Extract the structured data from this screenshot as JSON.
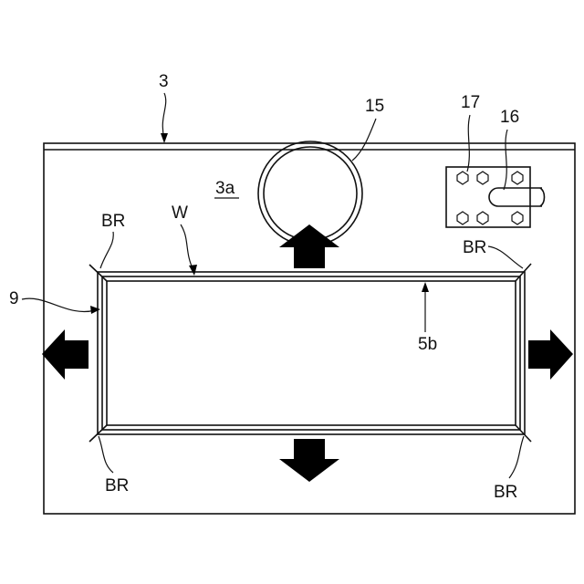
{
  "labels": {
    "top_plate": "3",
    "plate_face": "3a",
    "ring": "15",
    "bracket": "17",
    "pipe": "16",
    "workpiece": "W",
    "frame": "9",
    "edge": "5b",
    "br_top_left": "BR",
    "br_top_right": "BR",
    "br_bottom_left": "BR",
    "br_bottom_right": "BR"
  },
  "arrows": {
    "up": "arrow-up",
    "down": "arrow-down",
    "left": "arrow-left",
    "right": "arrow-right"
  }
}
